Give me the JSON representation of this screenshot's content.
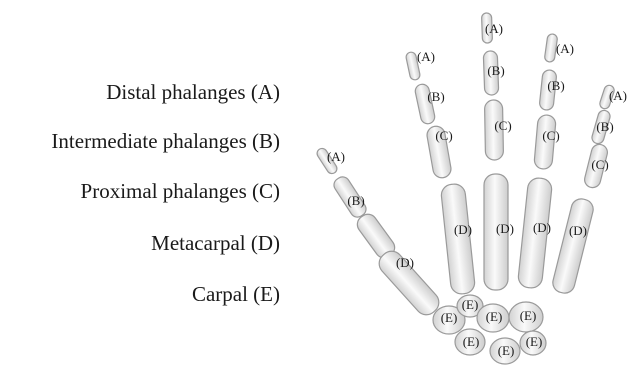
{
  "legend": [
    {
      "text": "Distal phalanges (A)"
    },
    {
      "text": "Intermediate phalanges (B)"
    },
    {
      "text": "Proximal phalanges (C)"
    },
    {
      "text": "Metacarpal (D)"
    },
    {
      "text": "Carpal (E)"
    }
  ],
  "labels": {
    "distal": "(A)",
    "intermediate": "(B)",
    "proximal": "(C)",
    "metacarpal": "(D)",
    "carpal": "(E)"
  },
  "colors": {
    "bone_light": "#f7f7f7",
    "bone_dark": "#cfcfcf",
    "outline": "#9a9a9a",
    "text": "#1a1a1a"
  }
}
